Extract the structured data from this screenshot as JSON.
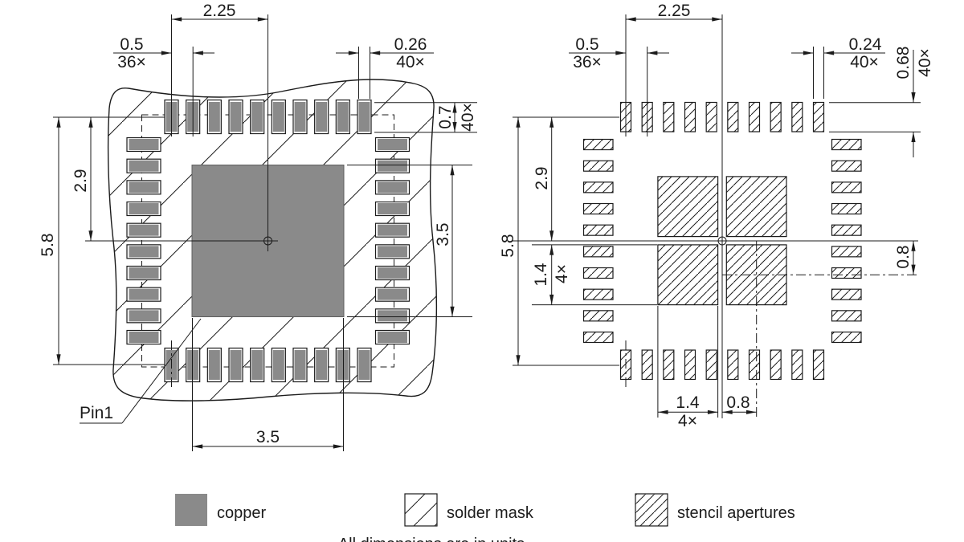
{
  "drawing": {
    "type": "pcb-footprint-and-stencil-pattern",
    "pads_per_side": 10,
    "total_pads": 40,
    "left_view": {
      "name": "land-pattern",
      "pin1_label": "Pin1",
      "dims": {
        "span": "2.25",
        "pitch": "0.5",
        "pitch_count": "36×",
        "pad_width": "0.26",
        "pad_width_count": "40×",
        "pad_length": "0.7",
        "pad_length_count": "40×",
        "half_height": "2.9",
        "full_height": "5.8",
        "center_pad_height": "3.5",
        "center_pad_width": "3.5"
      }
    },
    "right_view": {
      "name": "stencil-pattern",
      "dims": {
        "span": "2.25",
        "pitch": "0.5",
        "pitch_count": "36×",
        "aperture_width": "0.24",
        "aperture_width_count": "40×",
        "aperture_length": "0.68",
        "aperture_length_count": "40×",
        "half_height": "2.9",
        "full_height": "5.8",
        "paste_square": "1.4",
        "paste_square_count": "4×",
        "paste_offset_v": "0.8",
        "paste_square_w": "1.4",
        "paste_square_w_count": "4×",
        "paste_offset_h": "0.8"
      }
    },
    "legend": {
      "copper": "copper",
      "solder_mask": "solder mask",
      "stencil_apertures": "stencil apertures"
    },
    "note": "All dimensions are in units",
    "colors": {
      "copper": "#8a8a8a",
      "line": "#1b1b1b",
      "background": "#ffffff"
    }
  }
}
